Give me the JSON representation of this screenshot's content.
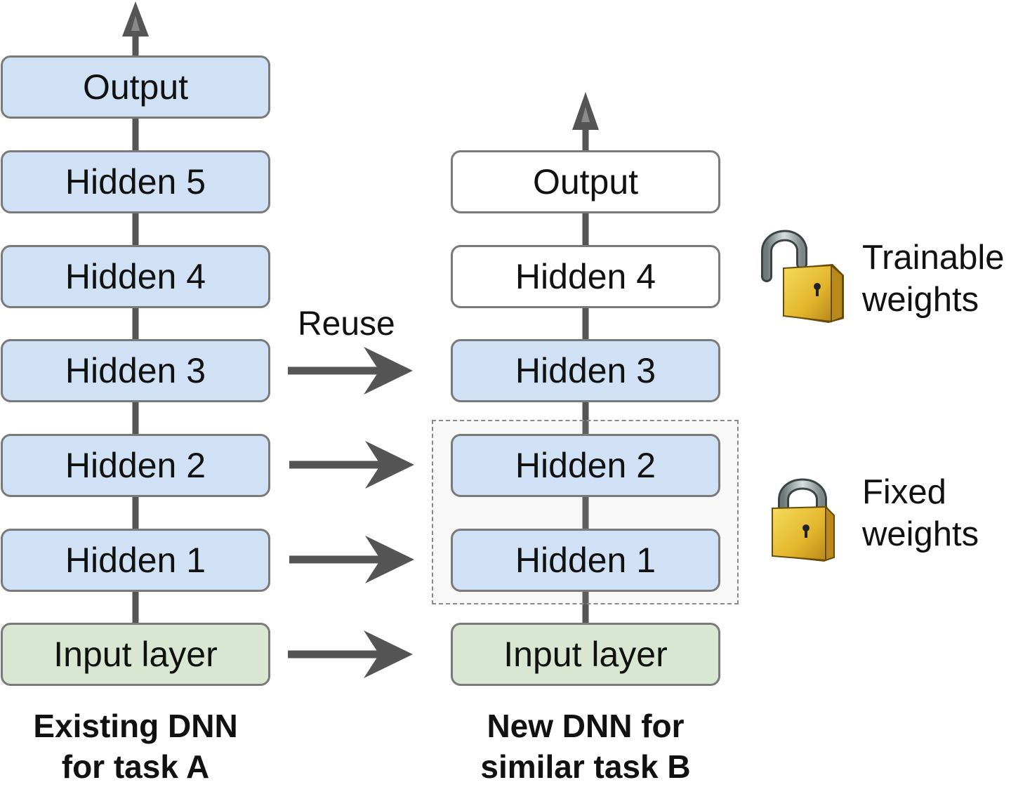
{
  "network_a": {
    "caption_line1": "Existing DNN",
    "caption_line2": "for task A",
    "layers": {
      "output": "Output",
      "hidden5": "Hidden 5",
      "hidden4": "Hidden 4",
      "hidden3": "Hidden 3",
      "hidden2": "Hidden 2",
      "hidden1": "Hidden 1",
      "input": "Input layer"
    }
  },
  "network_b": {
    "caption_line1": "New DNN for",
    "caption_line2": "similar task B",
    "layers": {
      "output": "Output",
      "hidden4": "Hidden 4",
      "hidden3": "Hidden 3",
      "hidden2": "Hidden 2",
      "hidden1": "Hidden 1",
      "input": "Input layer"
    }
  },
  "reuse_label": "Reuse",
  "legend": {
    "trainable_line1": "Trainable",
    "trainable_line2": "weights",
    "fixed_line1": "Fixed",
    "fixed_line2": "weights",
    "trainable_icon": "unlocked-padlock-icon",
    "fixed_icon": "locked-padlock-icon"
  },
  "colors": {
    "reused_layer_fill": "#d0e1f5",
    "input_layer_fill": "#d8e6d2",
    "new_layer_fill": "#ffffff",
    "connector": "#555555",
    "padlock_gold": "#e8c23a"
  }
}
